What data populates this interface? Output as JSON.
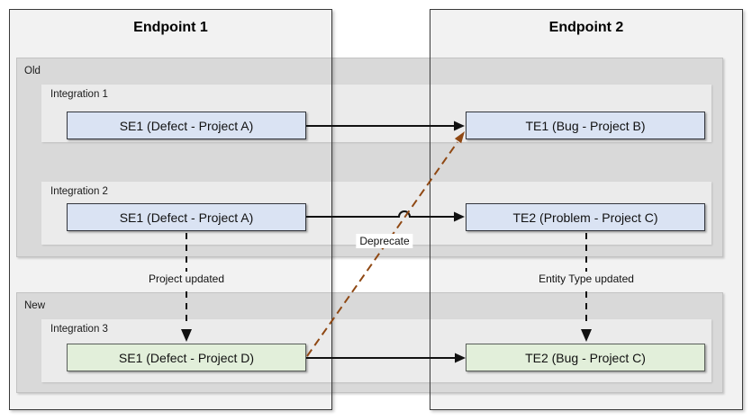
{
  "diagram": {
    "endpoint1": {
      "title": "Endpoint 1"
    },
    "endpoint2": {
      "title": "Endpoint 2"
    },
    "bands": {
      "old": "Old",
      "new": "New"
    },
    "integrations": [
      {
        "label": "Integration 1",
        "source_entity": "SE1 (Defect - Project A)",
        "target_entity": "TE1 (Bug - Project B)"
      },
      {
        "label": "Integration 2",
        "source_entity": "SE1 (Defect - Project A)",
        "target_entity": "TE2 (Problem - Project C)"
      },
      {
        "label": "Integration 3",
        "source_entity": "SE1 (Defect - Project D)",
        "target_entity": "TE2 (Bug - Project C)"
      }
    ],
    "annotations": {
      "deprecate": "Deprecate",
      "project_updated": "Project updated",
      "entity_type_updated": "Entity Type updated"
    },
    "colors": {
      "old_entity_fill": "#dae3f3",
      "new_entity_fill": "#e2efda",
      "band_fill": "#d9d9d9",
      "integration_fill": "#ebebeb",
      "endpoint_fill": "#f2f2f2",
      "deprecate_line": "#8f4813",
      "line": "#111111"
    }
  }
}
